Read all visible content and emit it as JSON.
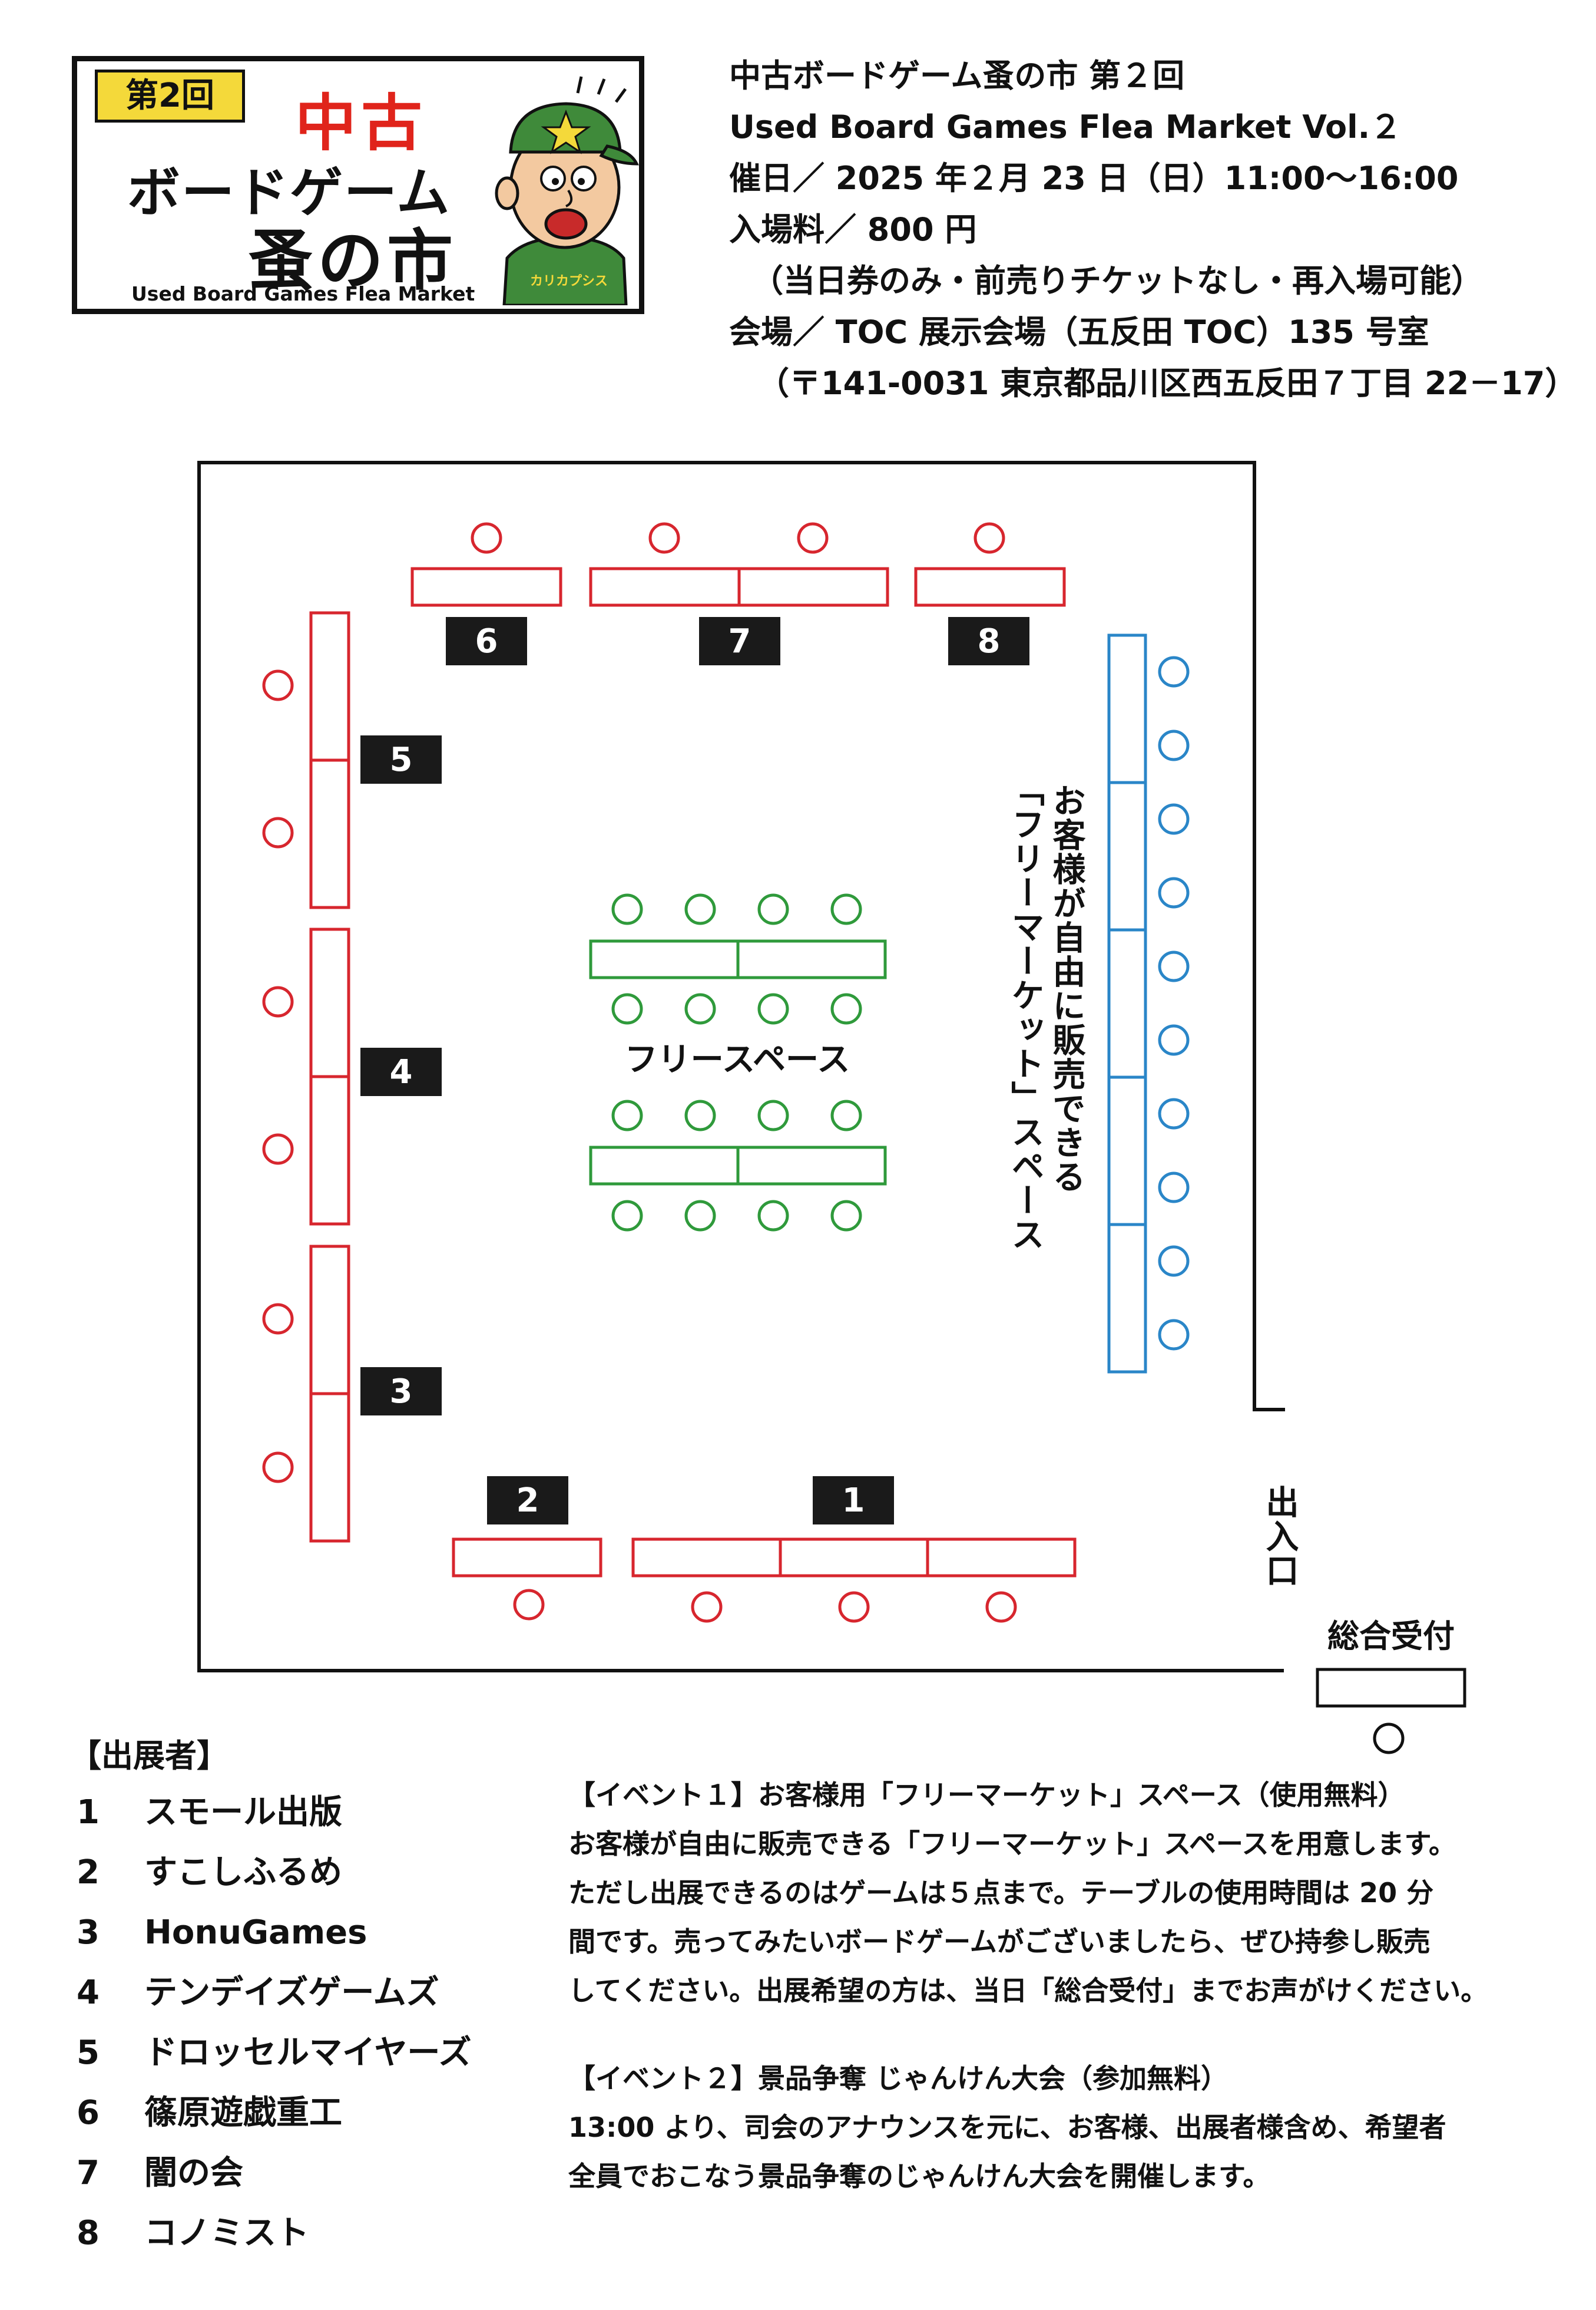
{
  "logo": {
    "vol_badge": "第2回",
    "used": "中古",
    "main": "ボードゲーム",
    "market": "蚤の市",
    "english": "Used Board Games Flea Market",
    "mascot_tag": "カリカプシス"
  },
  "header": {
    "title_jp": "中古ボードゲーム蚤の市 第２回",
    "title_en": "Used Board Games Flea Market Vol.２",
    "date": "催日／ 2025 年２月 23 日（日）11:00〜16:00",
    "fee": "入場料／ 800 円",
    "fee_note": "（当日券のみ・前売りチケットなし・再入場可能）",
    "venue": "会場／ TOC 展示会場（五反田 TOC）135 号室",
    "address": "（〒141-0031 東京都品川区西五反田７丁目 22－17）"
  },
  "floorplan": {
    "tables": [
      "1",
      "2",
      "3",
      "4",
      "5",
      "6",
      "7",
      "8"
    ],
    "free_space": "フリースペース",
    "free_market_col1": "お客様が自由に販売できる",
    "free_market_col2": "「フリーマーケット」スペース",
    "entrance": "出入口",
    "reception": "総合受付",
    "colors": {
      "exhibitor": "#d7262e",
      "free_space": "#2f9a3b",
      "free_market": "#2a86c8"
    }
  },
  "exhibitors": {
    "title": "【出展者】",
    "items": [
      {
        "no": "1",
        "name": "スモール出版"
      },
      {
        "no": "2",
        "name": "すこしふるめ"
      },
      {
        "no": "3",
        "name": "HonuGames"
      },
      {
        "no": "4",
        "name": "テンデイズゲームズ"
      },
      {
        "no": "5",
        "name": "ドロッセルマイヤーズ"
      },
      {
        "no": "6",
        "name": "篠原遊戯重工"
      },
      {
        "no": "7",
        "name": "闇の会"
      },
      {
        "no": "8",
        "name": "コノミスト"
      }
    ]
  },
  "events": {
    "event1": {
      "title": "【イベント１】お客様用「フリーマーケット」スペース（使用無料）",
      "lines": [
        "お客様が自由に販売できる「フリーマーケット」スペースを用意します。",
        "ただし出展できるのはゲームは５点まで。テーブルの使用時間は 20 分",
        "間です。売ってみたいボードゲームがございましたら、ぜひ持参し販売",
        "してください。出展希望の方は、当日「総合受付」までお声がけください。"
      ]
    },
    "event2": {
      "title": "【イベント２】景品争奪 じゃんけん大会（参加無料）",
      "lines": [
        "13:00 より、司会のアナウンスを元に、お客様、出展者様含め、希望者",
        "全員でおこなう景品争奪のじゃんけん大会を開催します。"
      ]
    }
  }
}
